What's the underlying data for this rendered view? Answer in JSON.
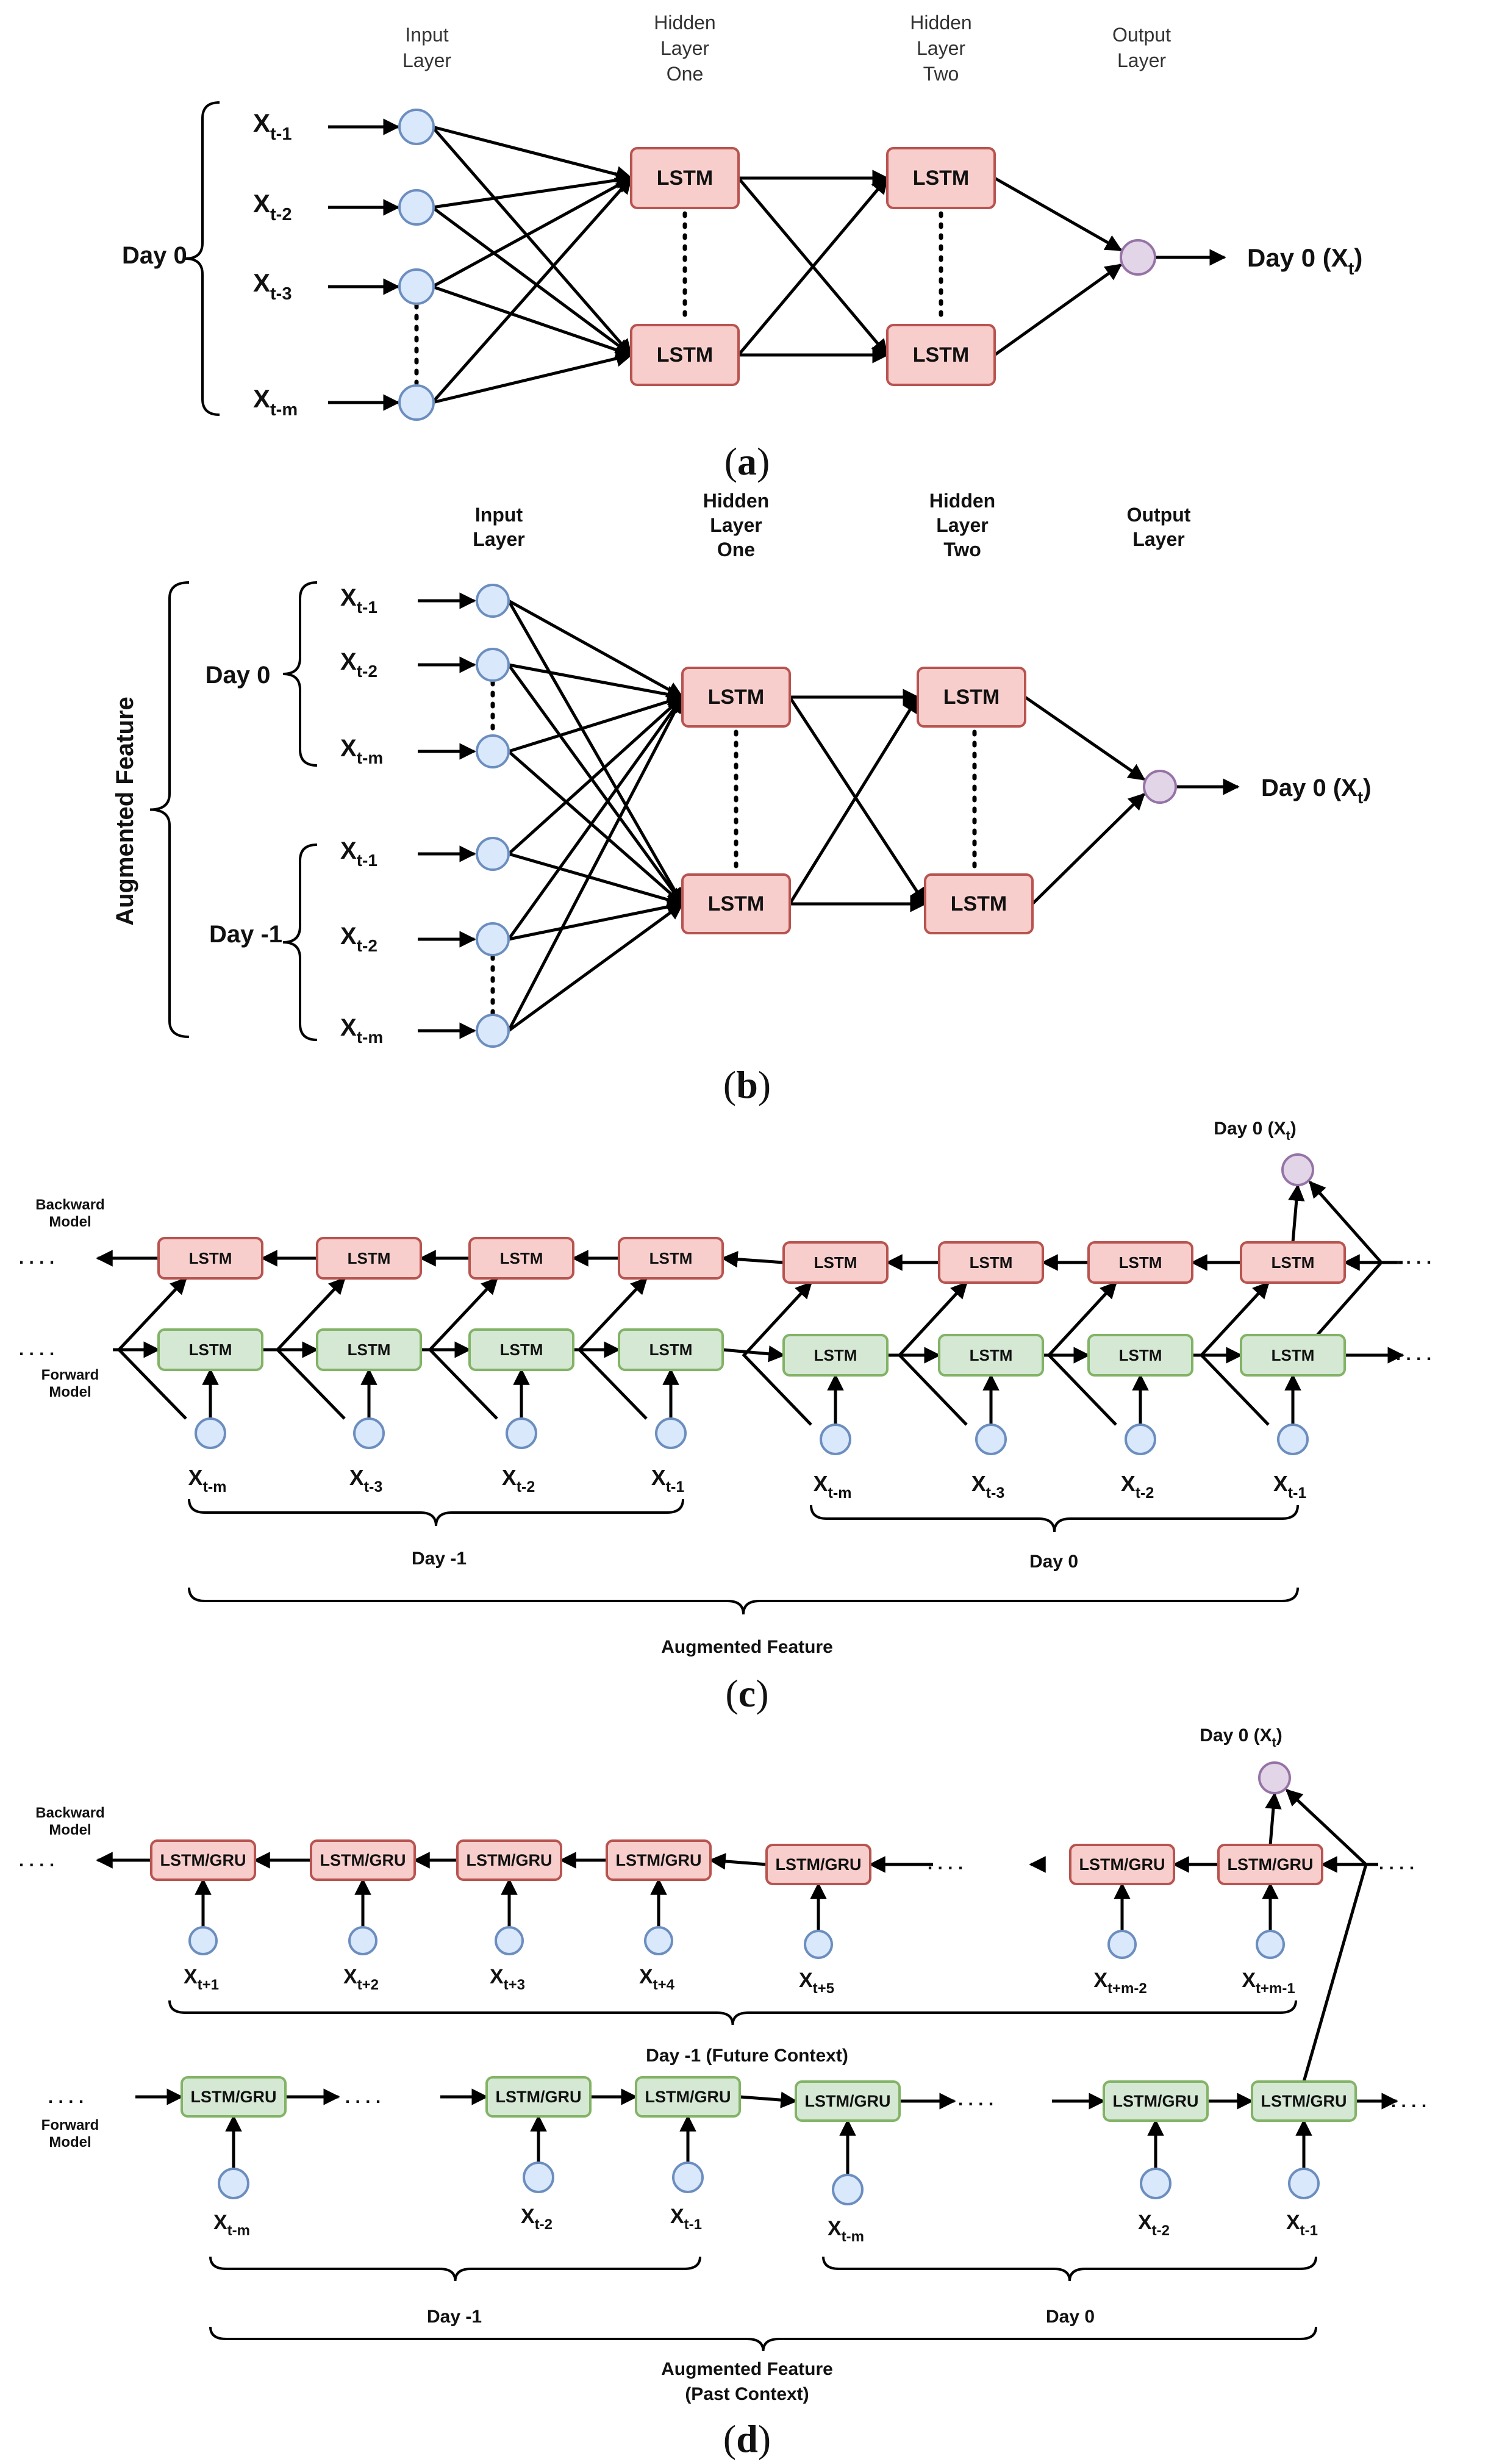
{
  "panel_a": {
    "caption": "a",
    "header_input": "Input Layer",
    "header_hidden1": "Hidden Layer One",
    "header_hidden2": "Hidden Layer Two",
    "header_output": "Output Layer",
    "day_label": "Day 0",
    "inputs": [
      {
        "base": "X",
        "sub": "t-1"
      },
      {
        "base": "X",
        "sub": "t-2"
      },
      {
        "base": "X",
        "sub": "t-3"
      },
      {
        "base": "X",
        "sub": "t-m"
      }
    ],
    "lstm_label": "LSTM",
    "output": {
      "text": "Day 0  (X",
      "sub": "t",
      "close": ")"
    }
  },
  "panel_b": {
    "caption": "b",
    "header_input": "Input Layer",
    "header_hidden1": "Hidden Layer One",
    "header_hidden2": "Hidden Layer Two",
    "header_output": "Output Layer",
    "side_label": "Augmented Feature",
    "group_day0": "Day 0",
    "group_daym1": "Day -1",
    "inputs_day0": [
      {
        "base": "X",
        "sub": "t-1"
      },
      {
        "base": "X",
        "sub": "t-2"
      },
      {
        "base": "X",
        "sub": "t-m"
      }
    ],
    "inputs_daym1": [
      {
        "base": "X",
        "sub": "t-1"
      },
      {
        "base": "X",
        "sub": "t-2"
      },
      {
        "base": "X",
        "sub": "t-m"
      }
    ],
    "lstm_label": "LSTM",
    "output": {
      "text": "Day 0  (X",
      "sub": "t",
      "close": ")"
    }
  },
  "panel_c": {
    "caption": "c",
    "backward_label": "Backward Model",
    "forward_label": "Forward Model",
    "output": {
      "text": "Day 0  (X",
      "sub": "t",
      "close": ")"
    },
    "cell_label": "LSTM",
    "inputs_daym1": [
      {
        "base": "X",
        "sub": "t-m"
      },
      {
        "base": "X",
        "sub": "t-3"
      },
      {
        "base": "X",
        "sub": "t-2"
      },
      {
        "base": "X",
        "sub": "t-1"
      }
    ],
    "inputs_day0": [
      {
        "base": "X",
        "sub": "t-m"
      },
      {
        "base": "X",
        "sub": "t-3"
      },
      {
        "base": "X",
        "sub": "t-2"
      },
      {
        "base": "X",
        "sub": "t-1"
      }
    ],
    "group_daym1": "Day -1",
    "group_day0": "Day 0",
    "group_all": "Augmented Feature"
  },
  "panel_d": {
    "caption": "d",
    "backward_label": "Backward Model",
    "forward_label": "Forward Model",
    "output": {
      "text": "Day 0  (X",
      "sub": "t",
      "close": ")"
    },
    "cell_label": "LSTM/GRU",
    "backward_inputs": [
      {
        "base": "X",
        "sub": "t+1"
      },
      {
        "base": "X",
        "sub": "t+2"
      },
      {
        "base": "X",
        "sub": "t+3"
      },
      {
        "base": "X",
        "sub": "t+4"
      },
      {
        "base": "X",
        "sub": "t+5"
      },
      {
        "base": "X",
        "sub": "t+m-2"
      },
      {
        "base": "X",
        "sub": "t+m-1"
      }
    ],
    "future_group": "Day -1 (Future Context)",
    "forward_inputs": [
      {
        "base": "X",
        "sub": "t-m"
      },
      {
        "base": "X",
        "sub": "t-2"
      },
      {
        "base": "X",
        "sub": "t-1"
      },
      {
        "base": "X",
        "sub": "t-m"
      },
      {
        "base": "X",
        "sub": "t-2"
      },
      {
        "base": "X",
        "sub": "t-1"
      }
    ],
    "group_daym1": "Day -1",
    "group_day0": "Day 0",
    "past_group_line1": "Augmented Feature",
    "past_group_line2": "(Past Context)"
  },
  "colors": {
    "lstm_fill": "#f8cecc",
    "lstm_stroke": "#b85450",
    "forward_fill": "#d5e8d4",
    "forward_stroke": "#82b366",
    "input_fill": "#dae8fc",
    "input_stroke": "#6c8ebf",
    "output_fill": "#e1d5e7",
    "output_stroke": "#9673a6"
  }
}
